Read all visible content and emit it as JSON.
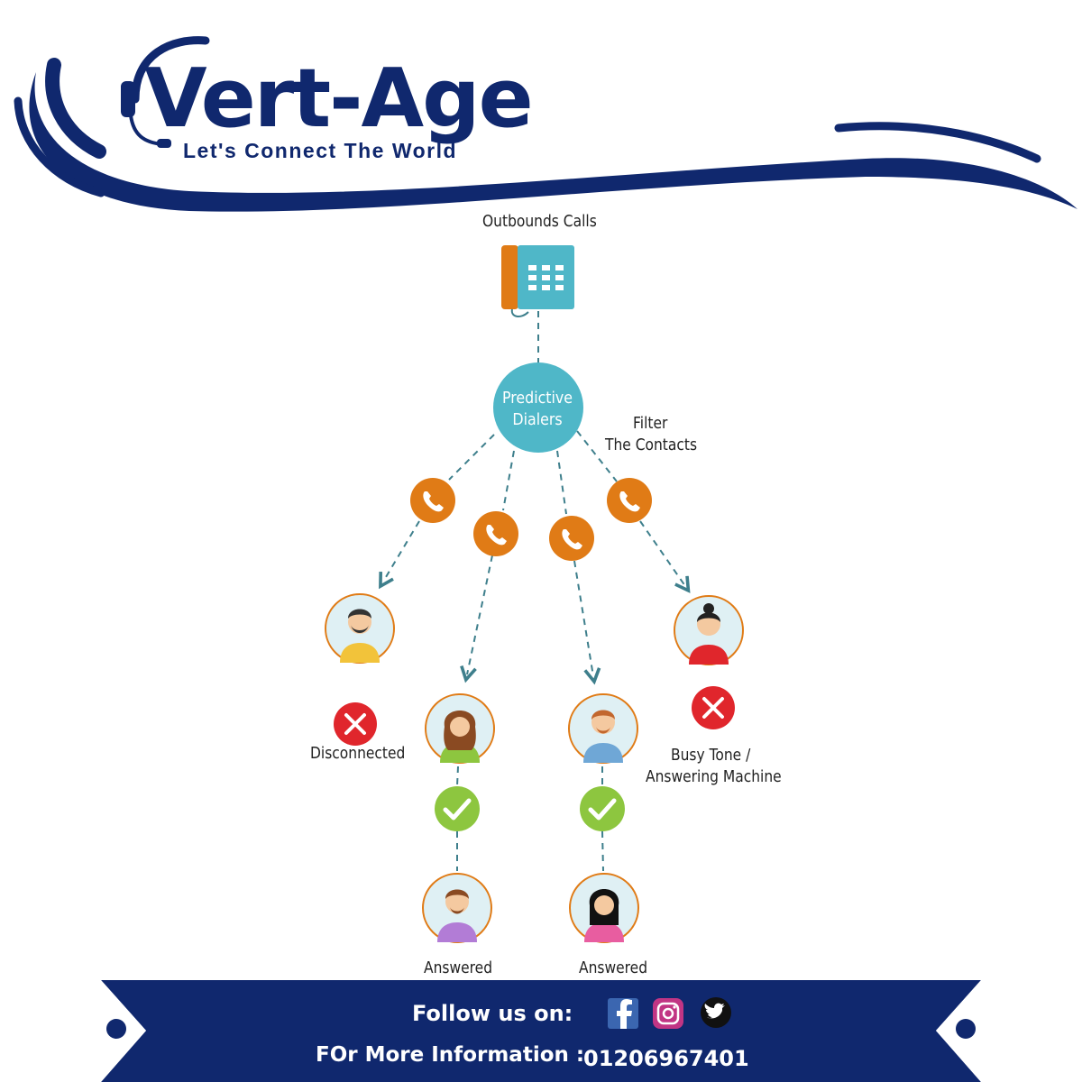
{
  "brand": {
    "name": "Vert-Age",
    "tagline": "Let's Connect The World",
    "color": "#10286e"
  },
  "diagram": {
    "top_label": "Outbounds Calls",
    "hub_label": "Predictive Dialers",
    "filter_label_line1": "Filter",
    "filter_label_line2": "The Contacts",
    "disconnected_label": "Disconnected",
    "busy_label_line1": "Busy Tone /",
    "busy_label_line2": "Answering Machine",
    "answered_left_label": "Answered",
    "answered_right_label": "Answered",
    "colors": {
      "teal": "#4fb7c8",
      "orange": "#e07b16",
      "green": "#8dc63f",
      "red": "#e0262c",
      "connector": "#3e7f8c"
    }
  },
  "footer": {
    "follow_label": "Follow us on:",
    "info_label": "FOr More Information  :",
    "phone": "01206967401",
    "social_icons": [
      "facebook-icon",
      "instagram-icon",
      "twitter-icon"
    ],
    "background": "#10286e"
  }
}
